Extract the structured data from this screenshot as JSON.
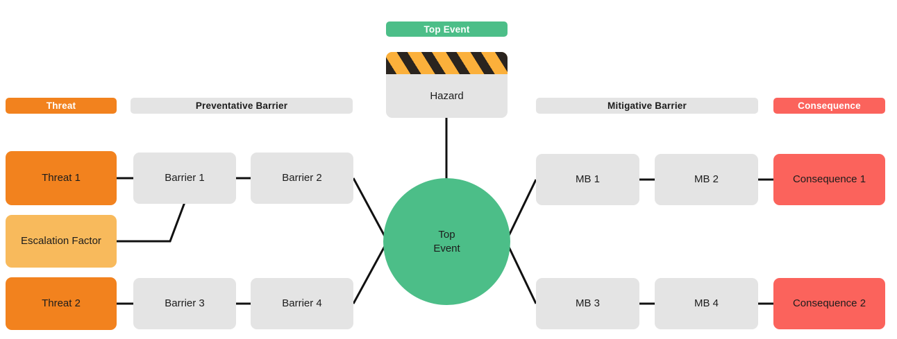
{
  "diagram": {
    "title_type": "bowtie-risk-diagram",
    "background": "#ffffff",
    "colors": {
      "threat": "#F2821E",
      "escalation_factor": "#F8BA5C",
      "barrier": "#e4e4e4",
      "consequence": "#FB635C",
      "top_event": "#4CBE88",
      "hazard_stripe_orange": "#FBB03B",
      "hazard_stripe_dark": "#2a241f",
      "connector": "#111111"
    }
  },
  "headers": {
    "threat": "Threat",
    "preventative_barrier": "Preventative Barrier",
    "top_event": "Top Event",
    "mitigative_barrier": "Mitigative Barrier",
    "consequence": "Consequence"
  },
  "hazard": {
    "label": "Hazard"
  },
  "top_event": {
    "line1": "Top",
    "line2": "Event"
  },
  "left_side": {
    "threats": [
      {
        "label": "Threat 1"
      },
      {
        "label": "Threat 2"
      }
    ],
    "escalation_factors": [
      {
        "label": "Escalation Factor"
      }
    ],
    "barriers": [
      {
        "label": "Barrier 1"
      },
      {
        "label": "Barrier 2"
      },
      {
        "label": "Barrier 3"
      },
      {
        "label": "Barrier 4"
      }
    ]
  },
  "right_side": {
    "barriers": [
      {
        "label": "MB 1"
      },
      {
        "label": "MB 2"
      },
      {
        "label": "MB 3"
      },
      {
        "label": "MB 4"
      }
    ],
    "consequences": [
      {
        "label": "Consequence 1"
      },
      {
        "label": "Consequence 2"
      }
    ]
  }
}
